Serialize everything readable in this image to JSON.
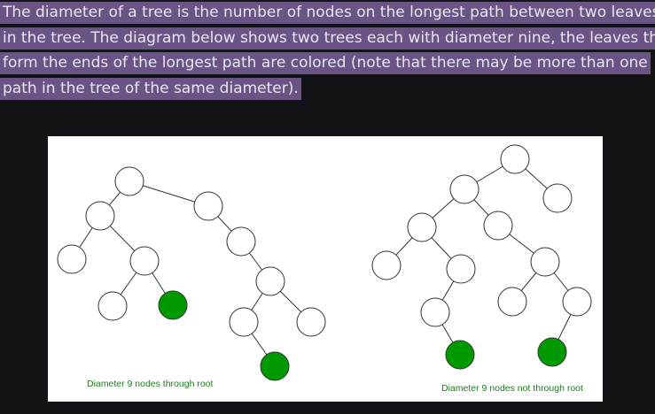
{
  "paragraph": {
    "lines": [
      "The diameter of a tree is the number of nodes on the longest path between two leaves",
      "in the tree. The diagram below shows two trees each with diameter nine, the leaves that",
      "form the ends of the longest path are colored (note that there may be more than one",
      "path in the tree of the same diameter)."
    ]
  },
  "figure": {
    "captions": {
      "left": "Diameter 9 nodes through root",
      "right": "Diameter 9 nodes not through root"
    },
    "colors": {
      "highlight": "#6a5486",
      "leaf_end": "#009900",
      "node": "#ffffff",
      "caption": "#1e7a1e"
    }
  }
}
